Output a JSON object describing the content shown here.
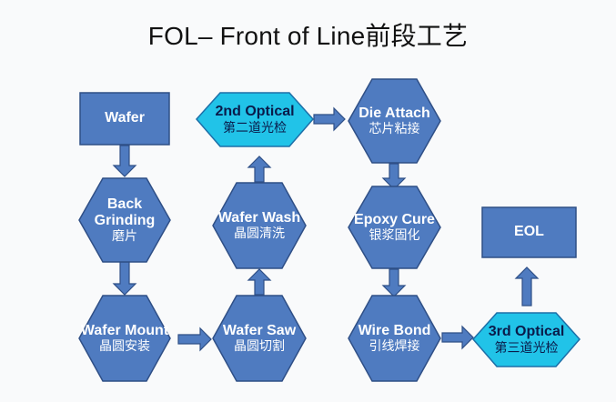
{
  "title": "FOL– Front of Line前段工艺",
  "nodes": {
    "wafer": {
      "label": "Wafer"
    },
    "back_grinding": {
      "label_1": "Back",
      "label_2": "Grinding",
      "label_cn": "磨片"
    },
    "wafer_mount": {
      "label": "Wafer Mount",
      "label_cn": "晶圆安装"
    },
    "wafer_saw": {
      "label": "Wafer Saw",
      "label_cn": "晶圆切割"
    },
    "wafer_wash": {
      "label": "Wafer Wash",
      "label_cn": "晶圆清洗"
    },
    "second_optical": {
      "label": "2nd Optical",
      "label_cn": "第二道光检"
    },
    "die_attach": {
      "label": "Die Attach",
      "label_cn": "芯片粘接"
    },
    "epoxy_cure": {
      "label": "Epoxy Cure",
      "label_cn": "银浆固化"
    },
    "wire_bond": {
      "label": "Wire Bond",
      "label_cn": "引线焊接"
    },
    "third_optical": {
      "label": "3rd Optical",
      "label_cn": "第三道光检"
    },
    "eol": {
      "label": "EOL"
    }
  },
  "colors": {
    "box_fill": "#4f7bc0",
    "box_stroke": "#2f4f86",
    "diamond_fill": "#21c3e8",
    "diamond_stroke": "#1d6fa8",
    "arrow_fill": "#4f7bc0",
    "arrow_stroke": "#2f4f86"
  }
}
